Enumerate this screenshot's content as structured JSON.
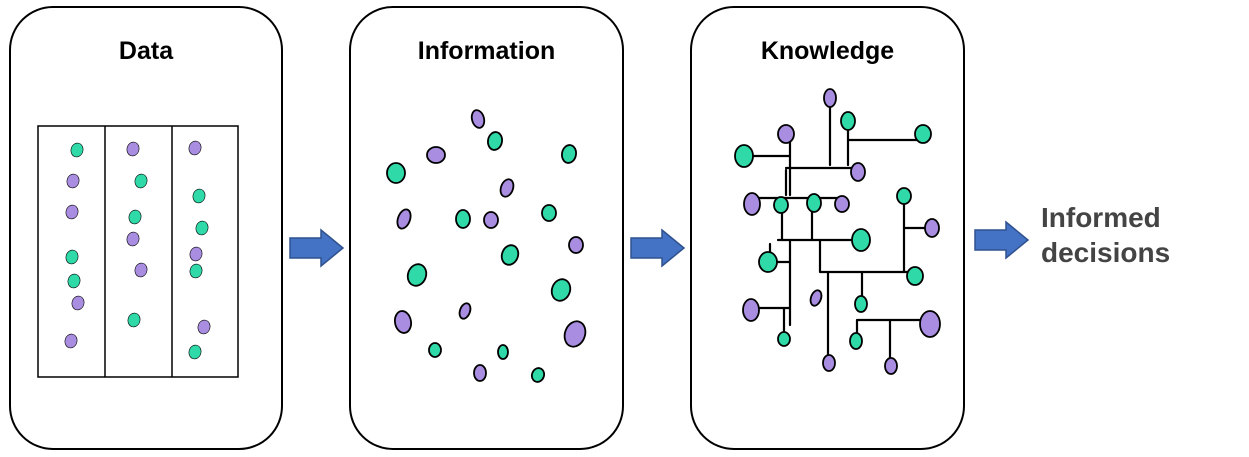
{
  "stages": [
    {
      "id": "data",
      "title": "Data"
    },
    {
      "id": "information",
      "title": "Information"
    },
    {
      "id": "knowledge",
      "title": "Knowledge"
    }
  ],
  "result": {
    "line1": "Informed",
    "line2": "decisions"
  },
  "colors": {
    "teal": "#2fd9a8",
    "purple": "#a98de0",
    "arrow_fill": "#4472c4",
    "arrow_stroke": "#2f528f",
    "outline": "#000000",
    "result_text": "#444444"
  },
  "icons": {
    "arrow": "right-arrow-icon",
    "blob": "dot-blob-icon"
  }
}
